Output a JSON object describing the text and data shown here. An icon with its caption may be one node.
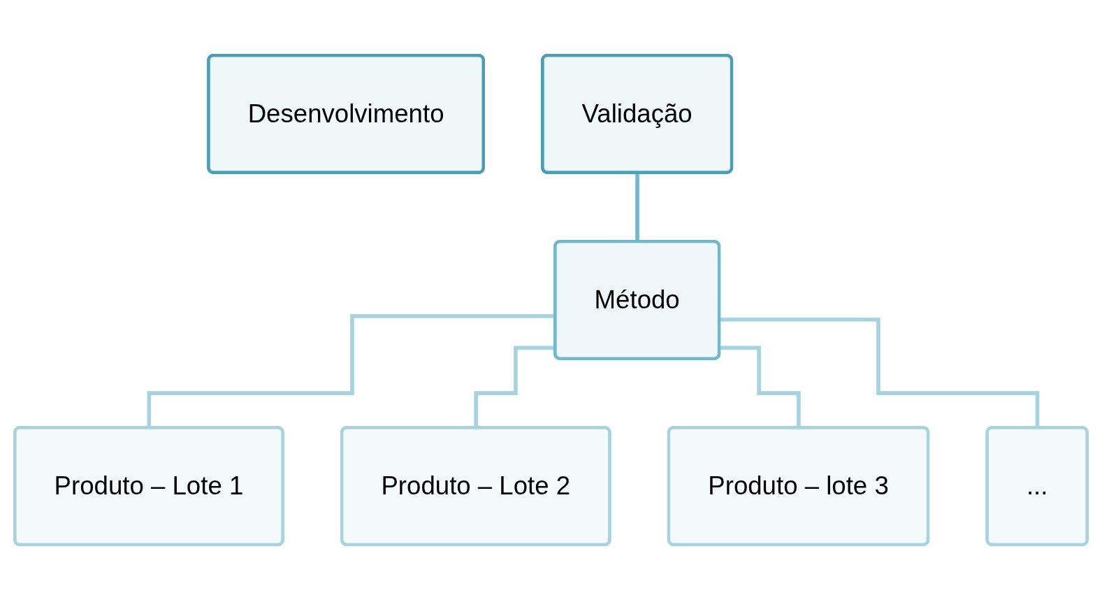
{
  "diagram": {
    "nodes": [
      {
        "text": [
          "Desenvolvimento"
        ]
      },
      {
        "text": [
          "Validação"
        ]
      },
      {
        "text": [
          "Método"
        ]
      },
      {
        "text": [
          "Produto – Lote 1"
        ]
      },
      {
        "text": [
          "Produto – Lote 2"
        ]
      },
      {
        "text": [
          "Produto – lote 3"
        ]
      },
      {
        "text": [
          "..."
        ]
      }
    ],
    "edges": [
      {
        "from": 1,
        "to": 2,
        "arrow": "none"
      },
      {
        "from": 2,
        "to": 3,
        "arrow": "none"
      },
      {
        "from": 2,
        "to": 4,
        "arrow": "none"
      },
      {
        "from": 2,
        "to": 5,
        "arrow": "none"
      },
      {
        "from": 2,
        "to": 6,
        "arrow": "none"
      }
    ]
  }
}
